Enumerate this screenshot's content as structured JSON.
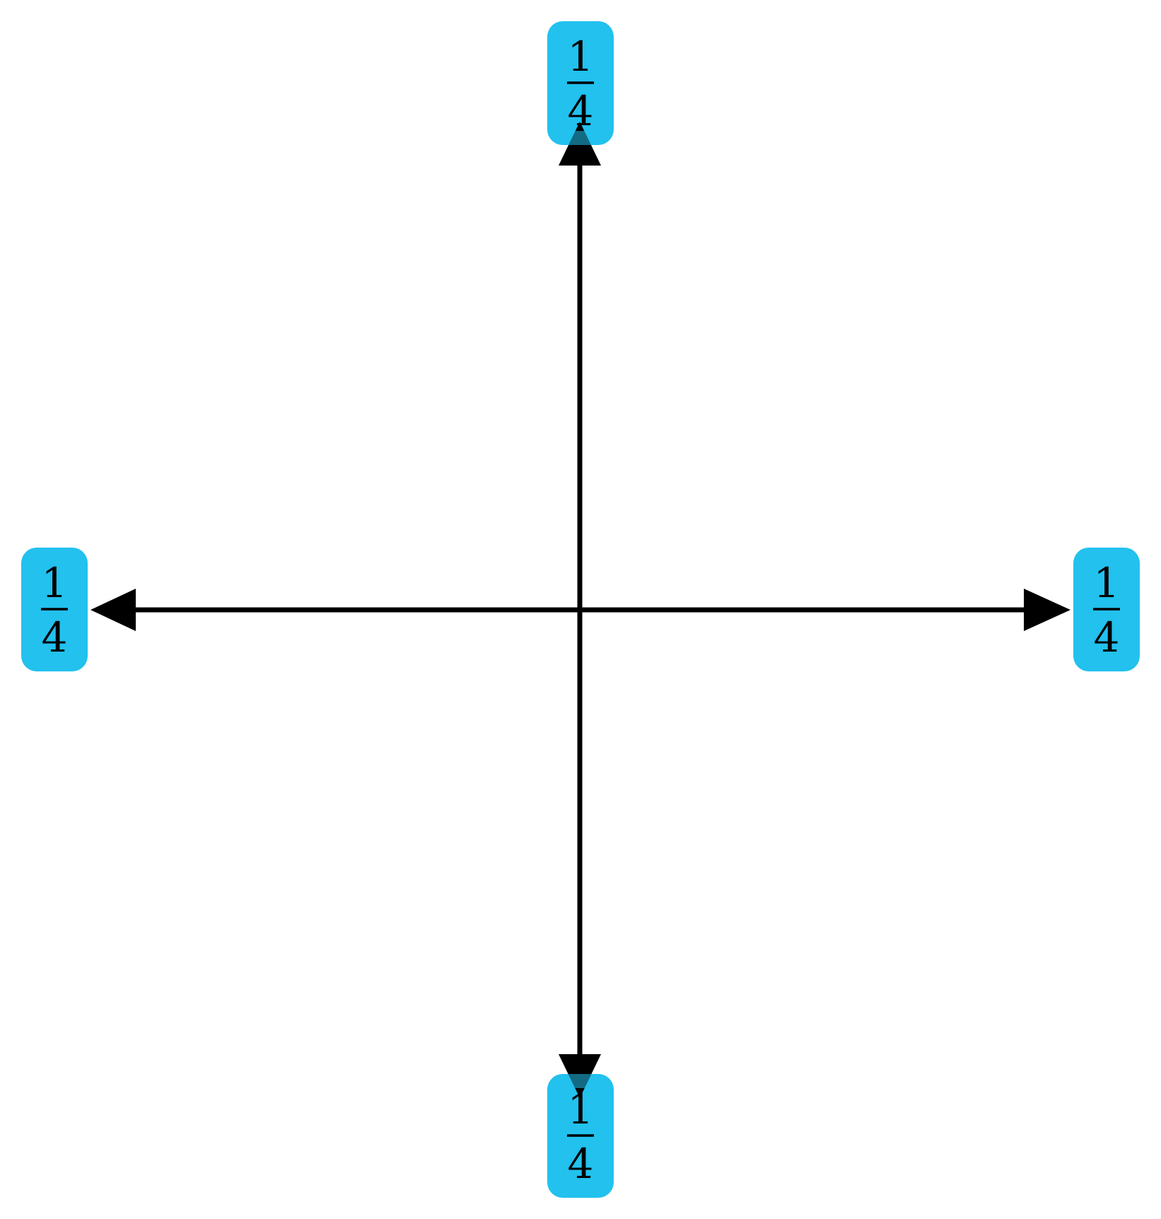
{
  "diagram": {
    "center_label": "",
    "nodes": [
      {
        "id": "top",
        "numerator": "1",
        "denominator": "4"
      },
      {
        "id": "left",
        "numerator": "1",
        "denominator": "4"
      },
      {
        "id": "right",
        "numerator": "1",
        "denominator": "4"
      },
      {
        "id": "bottom",
        "numerator": "1",
        "denominator": "4"
      }
    ],
    "colors": {
      "node_fill": "#22c1ee",
      "arrow": "#000000",
      "background": "#ffffff"
    }
  }
}
